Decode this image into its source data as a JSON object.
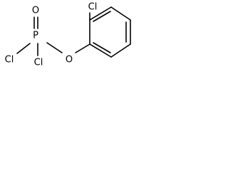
{
  "molecule": {
    "colors": {
      "bond": "#000000",
      "label": "#000000",
      "background": "#ffffff"
    },
    "atoms": {
      "cl_ring": {
        "symbol": "Cl"
      },
      "oxygen_double": {
        "symbol": "O"
      },
      "phosphorus": {
        "symbol": "P"
      },
      "oxygen_ester": {
        "symbol": "O"
      },
      "cl_p_left": {
        "symbol": "Cl"
      },
      "cl_p_right": {
        "symbol": "Cl"
      }
    }
  }
}
